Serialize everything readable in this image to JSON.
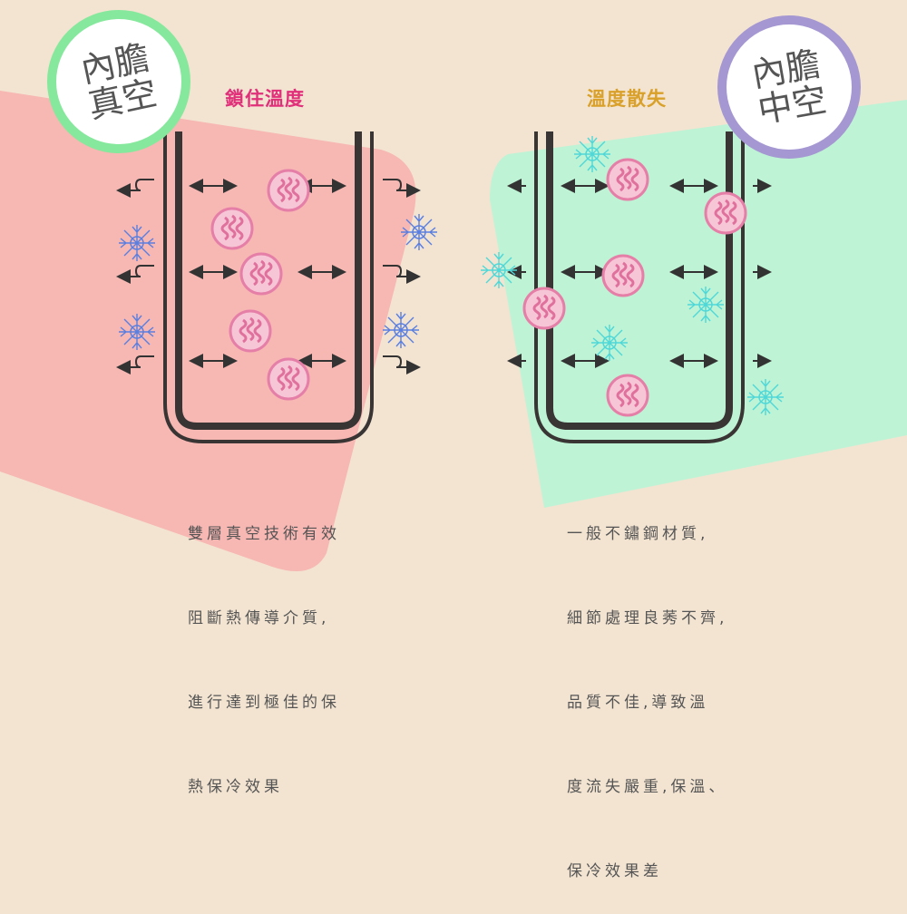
{
  "left_panel": {
    "badge": [
      "內膽",
      "真空"
    ],
    "heading": "鎖住溫度",
    "description": [
      "雙層真空技術有效",
      "阻斷熱傳導介質,",
      "進行達到極佳的保",
      "熱保冷效果"
    ]
  },
  "right_panel": {
    "badge": [
      "內膽",
      "中空"
    ],
    "heading": "溫度散失",
    "description": [
      "一般不鏽鋼材質,",
      "細節處理良莠不齊,",
      "品質不佳,導致溫",
      "度流失嚴重,保溫、",
      "保冷效果差"
    ]
  },
  "colors": {
    "background": "#f3e4d1",
    "left_area": "#f7b7b3",
    "right_area": "#bff3d5",
    "left_badge_ring": "#86e89c",
    "right_badge_ring": "#a597d2",
    "left_heading": "#e0307a",
    "right_heading": "#d9a02a",
    "cup_wall": "#3a3535",
    "heat": "#e57fa8",
    "cold_left": "#5a7fe0",
    "cold_right": "#4fd8d8"
  }
}
